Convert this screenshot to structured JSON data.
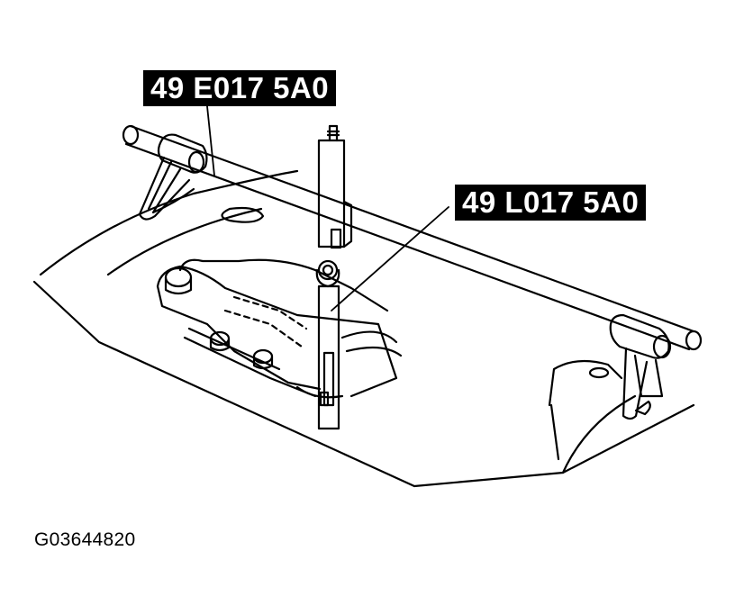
{
  "callouts": [
    {
      "text": "49 E017 5A0"
    },
    {
      "text": "49 L017 5A0"
    }
  ],
  "figure_id": "G03644820",
  "colors": {
    "ink": "#000000",
    "paper": "#ffffff",
    "label_bg": "#000000",
    "label_text": "#ffffff"
  }
}
